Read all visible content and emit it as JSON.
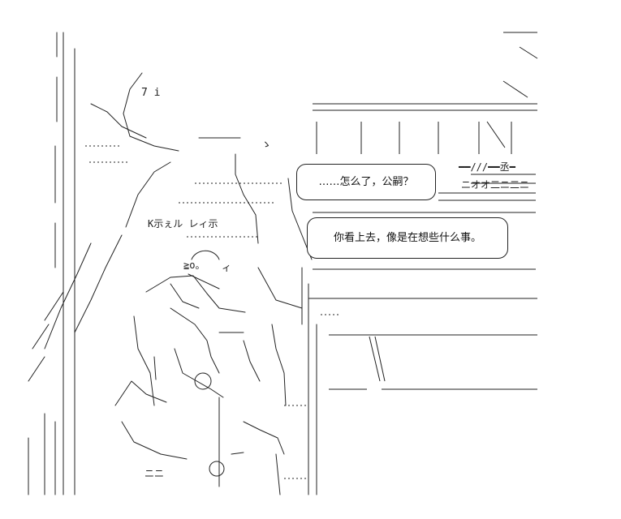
{
  "ascii_labels": {
    "top_left_glyph": "7 i",
    "upper_sign": "ニオオ二ニ二ニ",
    "small_sign": "━━///━━丞━",
    "hand_text": "K示ぇル レィ示",
    "foot_text": "ニニ",
    "mark_1": "≧o。",
    "mark_2": "ィ",
    "mark_3": "ゝ"
  },
  "speech": {
    "line1": "……怎么了，公嗣？",
    "line2": "你看上去，像是在想些什么事。"
  },
  "colors": {
    "ink": "#222222",
    "paper": "#ffffff"
  }
}
